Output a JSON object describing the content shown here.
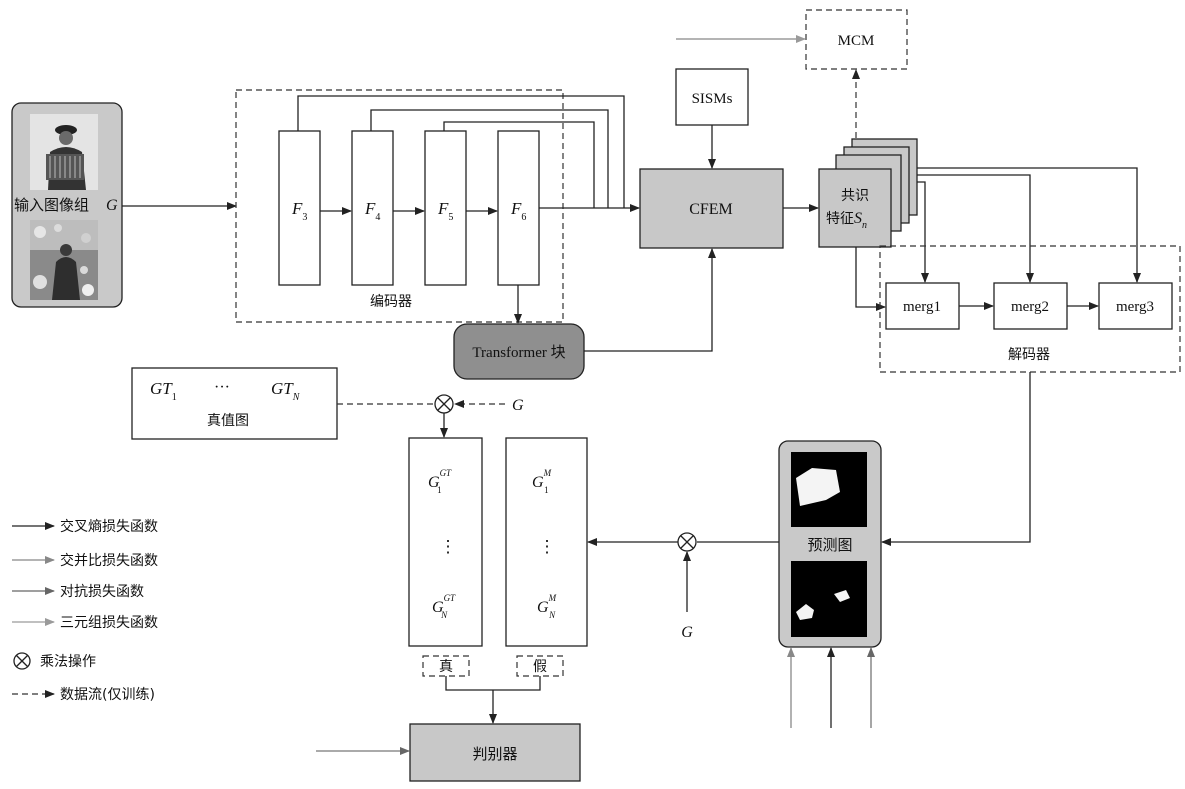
{
  "colors": {
    "line": "#222222",
    "line_gray": "#888888",
    "box_gray": "#c8c8c8",
    "transformer_fill": "#8f8f8f",
    "image_panel": "#c9c9c9"
  },
  "input": {
    "label": "输入图像组",
    "var": "G"
  },
  "encoder": {
    "label": "编码器",
    "features": [
      {
        "base": "F",
        "sub": "3"
      },
      {
        "base": "F",
        "sub": "4"
      },
      {
        "base": "F",
        "sub": "5"
      },
      {
        "base": "F",
        "sub": "6"
      }
    ]
  },
  "transformer": {
    "label": "Transformer 块"
  },
  "sisms": {
    "label": "SISMs"
  },
  "cfem": {
    "label": "CFEM"
  },
  "mcm": {
    "label": "MCM"
  },
  "consensus": {
    "line1": "共识",
    "line2": "特征",
    "var": "S",
    "sub": "n"
  },
  "decoder": {
    "label": "解码器",
    "merges": [
      "merg1",
      "merg2",
      "merg3"
    ]
  },
  "ground_truth": {
    "label": "真值图",
    "first": {
      "base": "GT",
      "sub": "1"
    },
    "dots": "···",
    "last": {
      "base": "GT",
      "sub": "N"
    },
    "mult_input": "G"
  },
  "real_col": {
    "top": {
      "base": "G",
      "sub": "1",
      "sup": "GT"
    },
    "dots": "⋮",
    "bottom": {
      "base": "G",
      "sub": "N",
      "sup": "GT"
    },
    "tag": "真"
  },
  "fake_col": {
    "top": {
      "base": "G",
      "sub": "1",
      "sup": "M"
    },
    "dots": "⋮",
    "bottom": {
      "base": "G",
      "sub": "N",
      "sup": "M"
    },
    "tag": "假"
  },
  "prediction": {
    "label": "预测图",
    "mult_input": "G"
  },
  "discriminator": {
    "label": "判别器"
  },
  "legend": [
    {
      "label": "交叉熵损失函数",
      "style": "solid-dark"
    },
    {
      "label": "交并比损失函数",
      "style": "solid-gray"
    },
    {
      "label": "对抗损失函数",
      "style": "solid-mid"
    },
    {
      "label": "三元组损失函数",
      "style": "solid-light"
    },
    {
      "label": "乘法操作",
      "style": "otimes"
    },
    {
      "label": "数据流(仅训练)",
      "style": "dashed"
    }
  ]
}
